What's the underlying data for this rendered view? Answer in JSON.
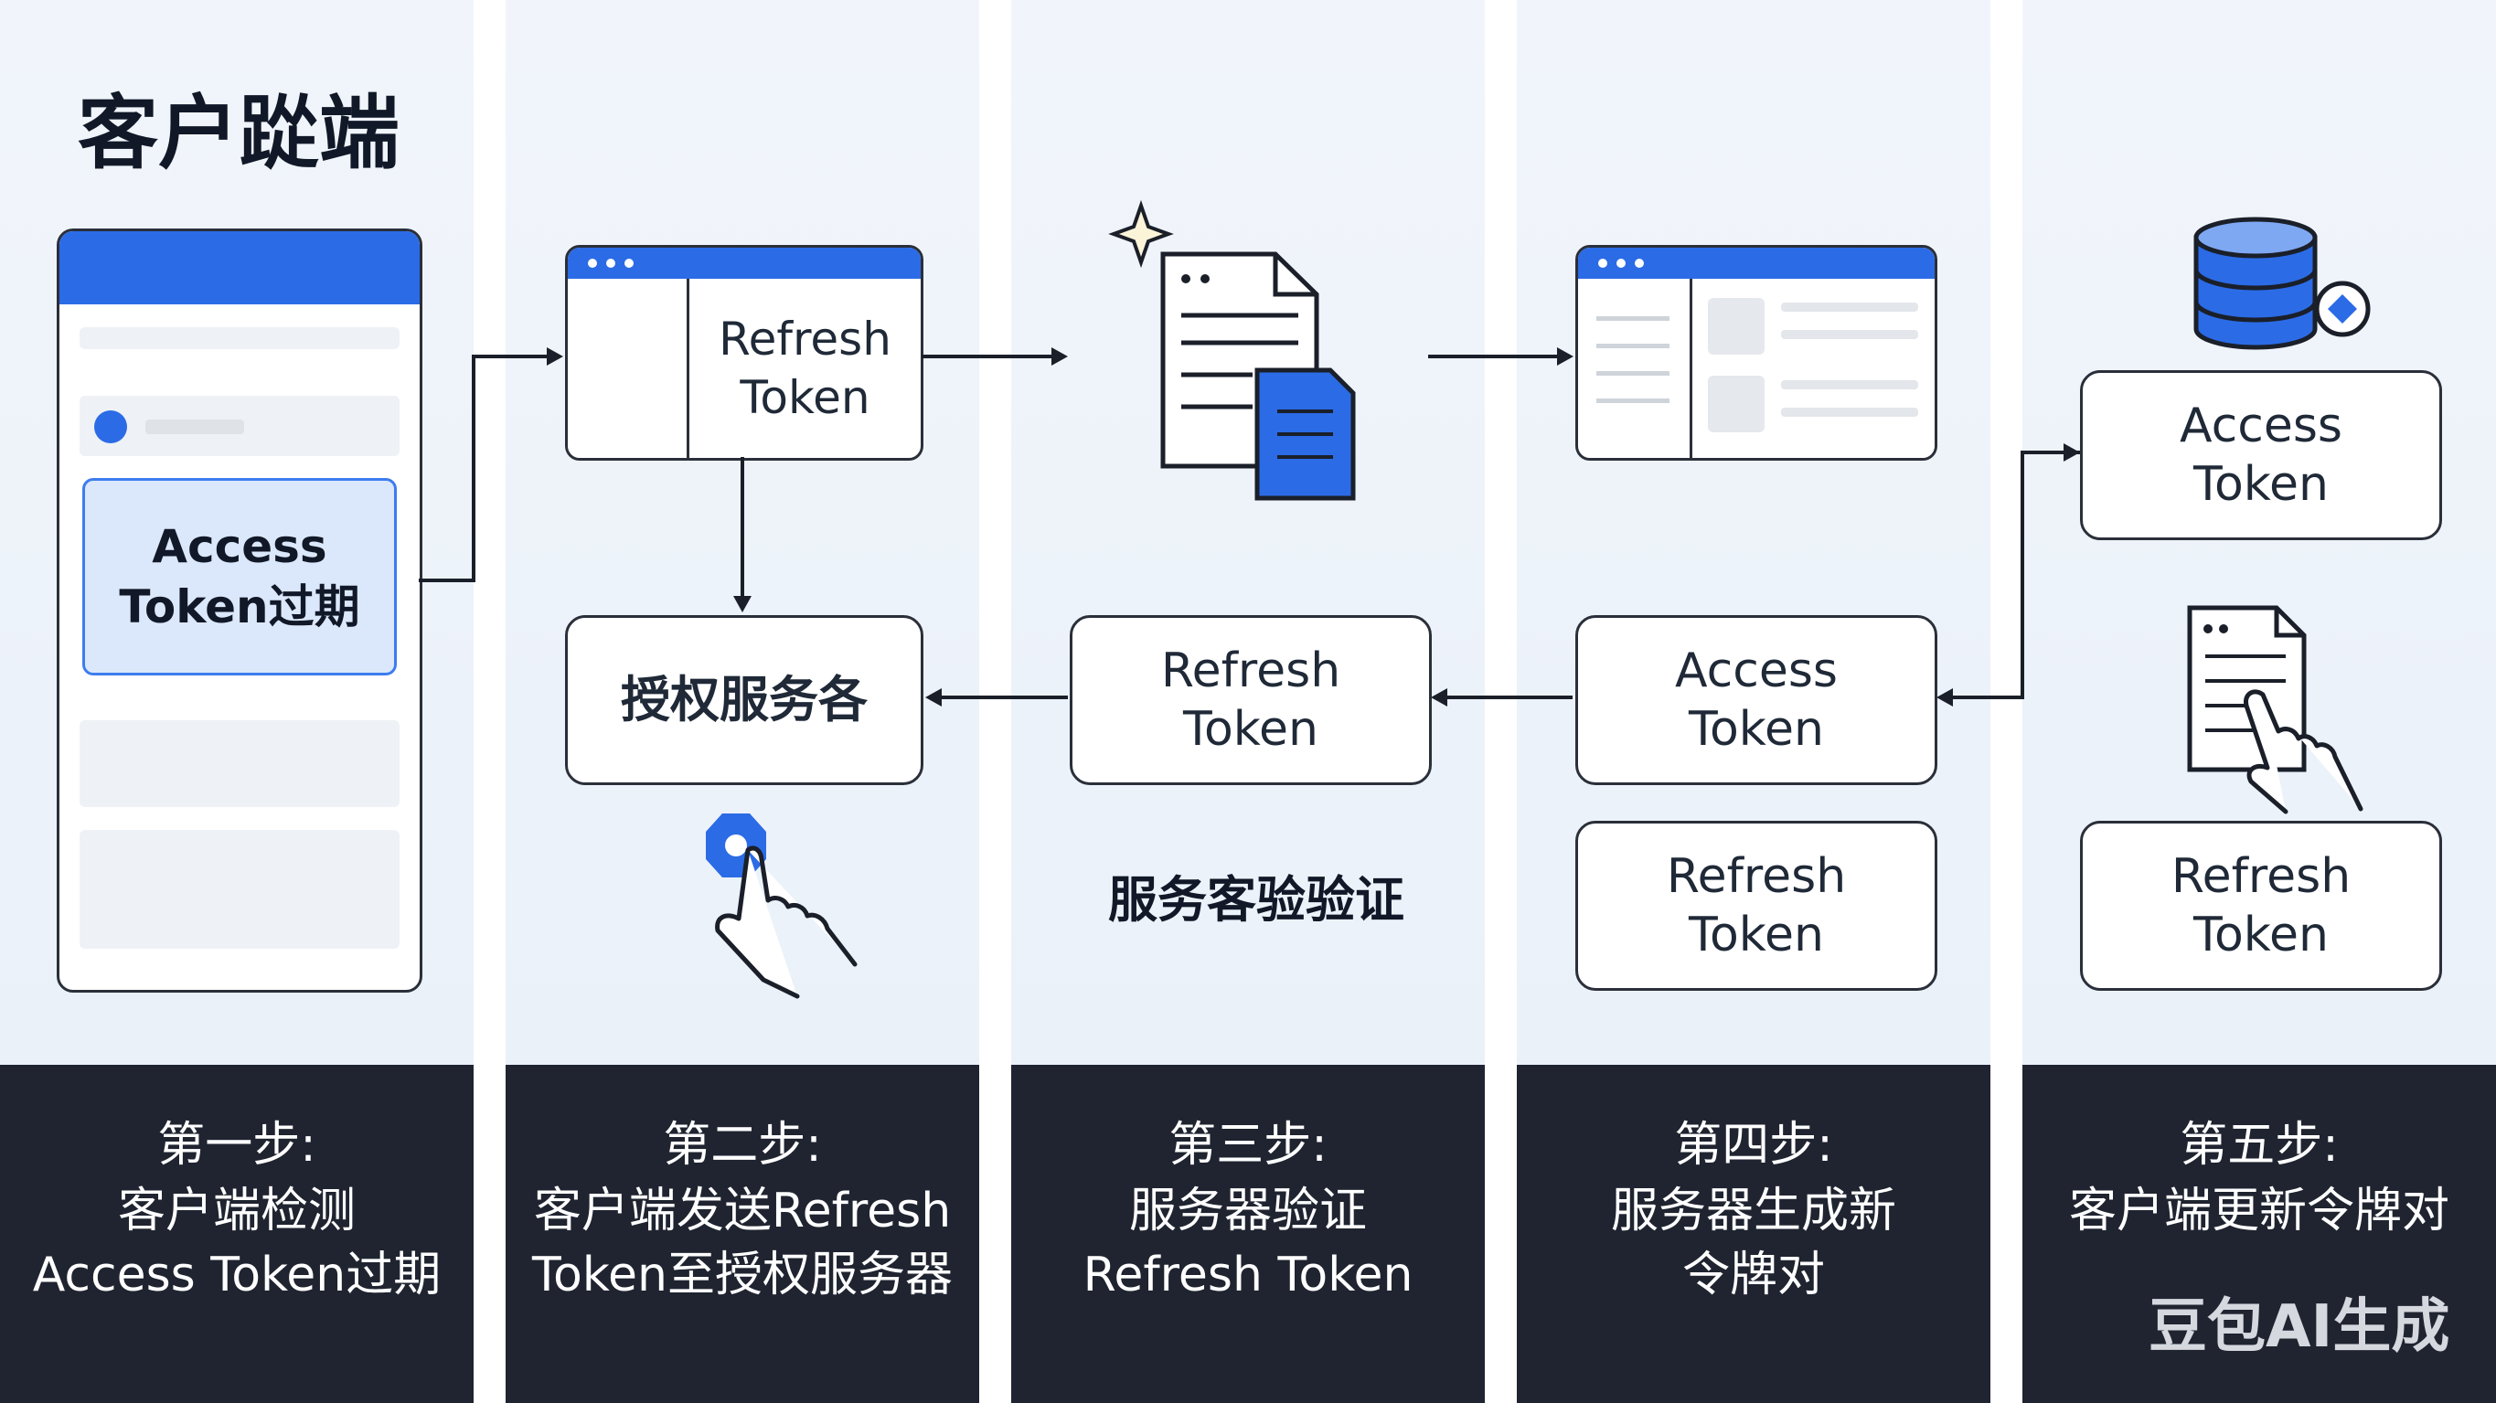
{
  "title": "客户踨端",
  "phone_card": {
    "access_label": "Access\nToken过期"
  },
  "step2": {
    "refresh_box": "Refresh\nToken",
    "auth_server": "授权服务各"
  },
  "step3": {
    "refresh_box": "Refresh\nToken",
    "verify_label": "服务客验验证"
  },
  "step4": {
    "access_box": "Access\nToken",
    "refresh_box": "Refresh\nToken"
  },
  "step5": {
    "access_box": "Access\nToken",
    "refresh_box": "Refresh\nToken"
  },
  "footers": [
    {
      "line1": "第一步:",
      "line2": "客户端检测",
      "line3": "Access Token过期"
    },
    {
      "line1": "第二步:",
      "line2": "客户端发送Refresh",
      "line3": "Token至授权服务器"
    },
    {
      "line1": "第三步:",
      "line2": "服务器验证",
      "line3": "Refresh Token"
    },
    {
      "line1": "第四步:",
      "line2": "服务器生成新",
      "line3": "令牌对"
    },
    {
      "line1": "第五步:",
      "line2": "客户端更新令牌对",
      "line3": ""
    }
  ],
  "watermark": "豆包AI生成",
  "colors": {
    "accent": "#2b6be6",
    "dark": "#1f2430",
    "panel": "#eef3fa"
  }
}
